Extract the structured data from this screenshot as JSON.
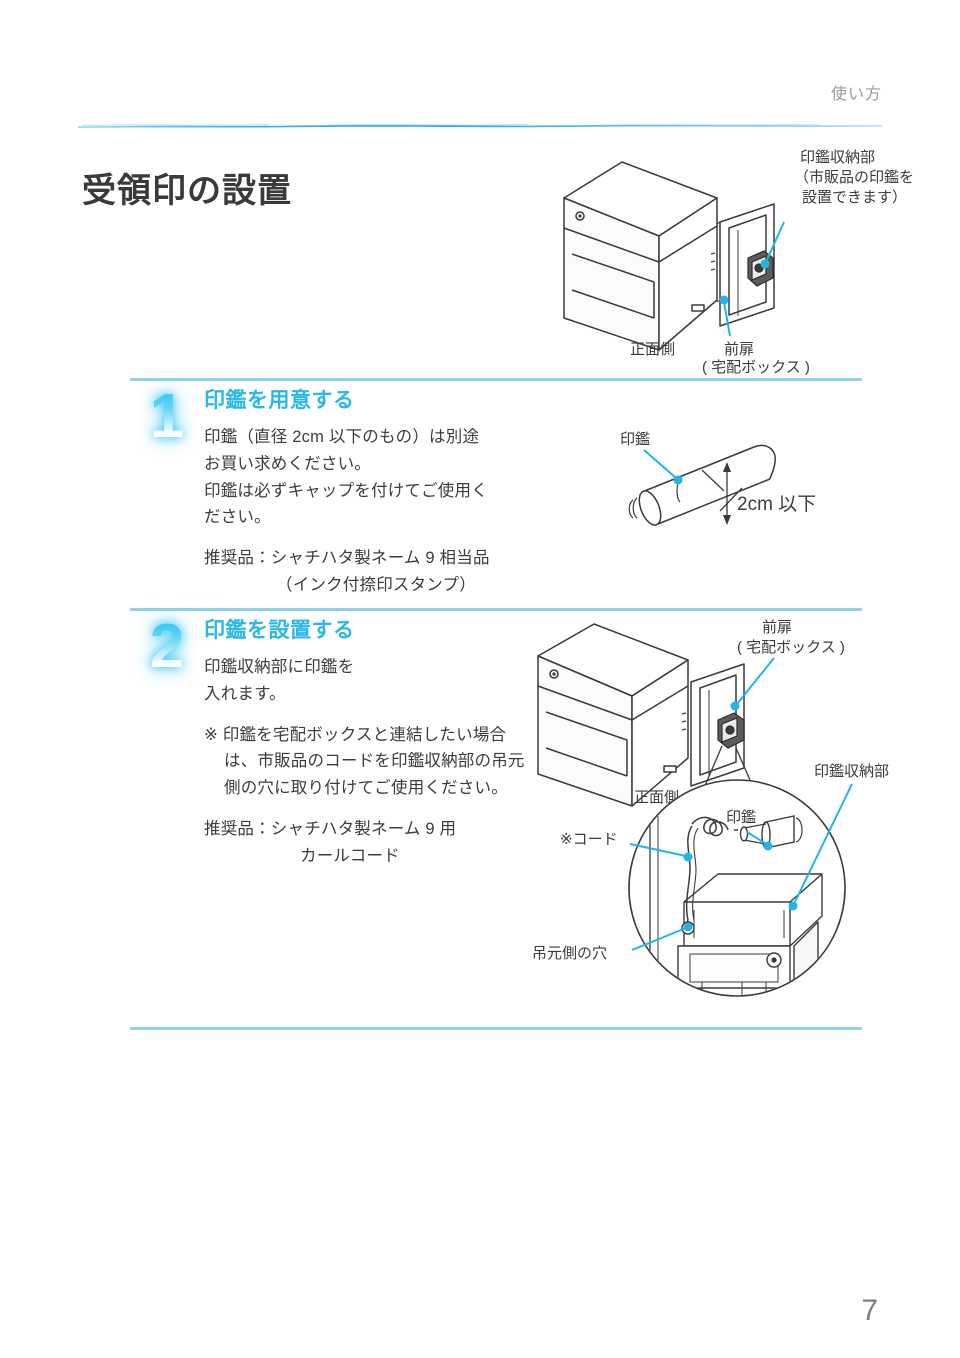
{
  "header": {
    "section_label": "使い方"
  },
  "page_title": "受領印の設置",
  "page_number": "7",
  "figures": {
    "top": {
      "name": "delivery-box-open-door",
      "labels": {
        "storage_line1": "印鑑収納部",
        "storage_line2": "（市販品の印鑑を",
        "storage_line3": "設置できます）",
        "front_side": "正面側",
        "front_door_line1": "前扉",
        "front_door_line2": "( 宅配ボックス )"
      }
    },
    "stamp": {
      "name": "stamp-dimension",
      "labels": {
        "stamp": "印鑑",
        "dimension": "2cm 以下"
      }
    },
    "bottom": {
      "name": "delivery-box-stamp-holder-detail",
      "labels": {
        "front_door_line1": "前扉",
        "front_door_line2": "( 宅配ボックス )",
        "front_side": "正面側",
        "storage": "印鑑収納部",
        "stamp": "印鑑",
        "cord": "※コード",
        "hinge_hole": "吊元側の穴"
      }
    }
  },
  "steps": [
    {
      "number": "1",
      "heading": "印鑑を用意する",
      "paragraph": "印鑑（直径 2cm 以下のもの）は別途\nお買い求めください。\n印鑑は必ずキャップを付けてご使用く\nださい。",
      "recommend_label": "推奨品：シャチハタ製ネーム 9 相当品",
      "recommend_cont": "（インク付捺印スタンプ）"
    },
    {
      "number": "2",
      "heading": "印鑑を設置する",
      "paragraph": "印鑑収納部に印鑑を\n入れます。",
      "note": "※ 印鑑を宅配ボックスと連結したい場合は、市販品のコードを印鑑収納部の吊元側の穴に取り付けてご使用ください。",
      "recommend_label": "推奨品：シャチハタ製ネーム 9 用",
      "recommend_cont": "カールコード"
    }
  ],
  "colors": {
    "accent": "#2bb8e8",
    "rule": "#8ed2e8",
    "title": "#3a3a3a",
    "body": "#3c3c3c",
    "muted": "#9a9a9a"
  }
}
